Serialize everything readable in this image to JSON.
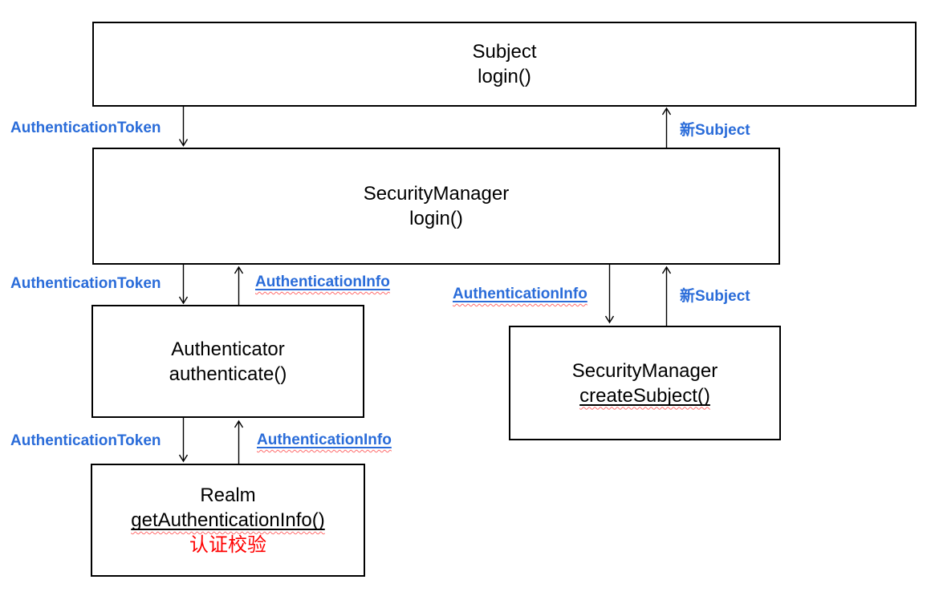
{
  "diagram": {
    "colors": {
      "background": "#ffffff",
      "line_color": "#000000",
      "box_text": "#000000",
      "label_blue": "#2a6cd9",
      "note_red": "#ff0000",
      "spellcheck_red": "#ff6b6b"
    },
    "boxes": {
      "subject": {
        "title": "Subject",
        "method": "login()"
      },
      "security_manager_login": {
        "title": "SecurityManager",
        "method": "login()"
      },
      "authenticator": {
        "title": "Authenticator",
        "method": "authenticate()"
      },
      "realm": {
        "title": "Realm",
        "method": "getAuthenticationInfo()",
        "note": "认证校验"
      },
      "security_manager_create_subject": {
        "title": "SecurityManager",
        "method": "createSubject()"
      }
    },
    "edge_labels": {
      "authentication_token_1": "AuthenticationToken",
      "new_subject_1": "新Subject",
      "authentication_token_2": "AuthenticationToken",
      "authentication_info_1": "AuthenticationInfo",
      "authentication_info_right": "AuthenticationInfo",
      "new_subject_2": "新Subject",
      "authentication_token_3": "AuthenticationToken",
      "authentication_info_2": "AuthenticationInfo"
    }
  }
}
